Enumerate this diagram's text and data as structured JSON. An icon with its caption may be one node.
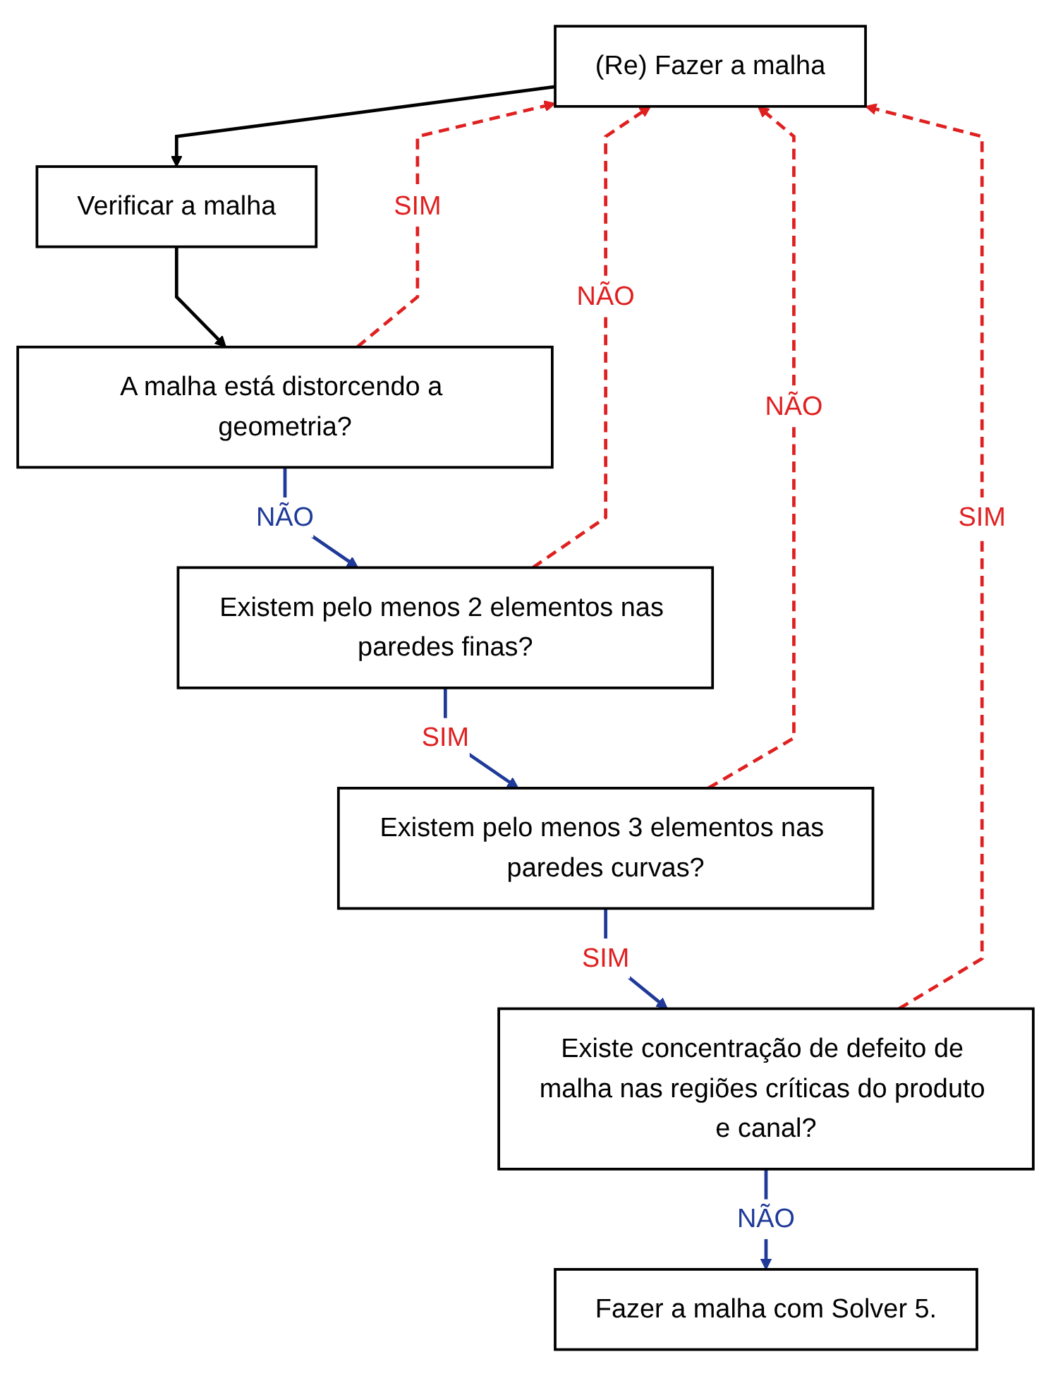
{
  "diagram": {
    "nodes": [
      {
        "text": [
          "(Re) Fazer a malha"
        ]
      },
      {
        "text": [
          "Verificar a malha"
        ]
      },
      {
        "text": [
          "A malha está distorcendo a geometria?"
        ]
      },
      {
        "text": [
          "Existem pelo menos 2 elementos nas paredes finas?"
        ]
      },
      {
        "text": [
          "Existem pelo menos 3 elementos nas paredes curvas?"
        ]
      },
      {
        "text": [
          "Existe concentração de defeito de malha nas regiões críticas do produto e canal?"
        ]
      },
      {
        "text": [
          "Fazer a malha com Solver 5."
        ]
      }
    ],
    "edges": [
      {
        "from": 0,
        "to": 1,
        "arrow": "to",
        "color": "#000000"
      },
      {
        "from": 1,
        "to": 2,
        "arrow": "to",
        "color": "#000000"
      },
      {
        "from": 2,
        "to": 3,
        "arrow": "to",
        "label": "NÃO",
        "color": "#1f3a99"
      },
      {
        "from": 3,
        "to": 4,
        "arrow": "to",
        "label": "SIM",
        "color": "#1f3a99"
      },
      {
        "from": 4,
        "to": 5,
        "arrow": "to",
        "label": "SIM",
        "color": "#1f3a99"
      },
      {
        "from": 5,
        "to": 6,
        "arrow": "to",
        "label": "NÃO",
        "color": "#1f3a99"
      },
      {
        "from": 2,
        "to": 0,
        "arrow": "to",
        "label": "SIM",
        "style": "dashed",
        "color": "#e02020"
      },
      {
        "from": 3,
        "to": 0,
        "arrow": "to",
        "label": "NÃO",
        "style": "dashed",
        "color": "#e02020"
      },
      {
        "from": 4,
        "to": 0,
        "arrow": "to",
        "label": "NÃO",
        "style": "dashed",
        "color": "#e02020"
      },
      {
        "from": 5,
        "to": 0,
        "arrow": "to",
        "label": "SIM",
        "style": "dashed",
        "color": "#e02020"
      }
    ]
  }
}
